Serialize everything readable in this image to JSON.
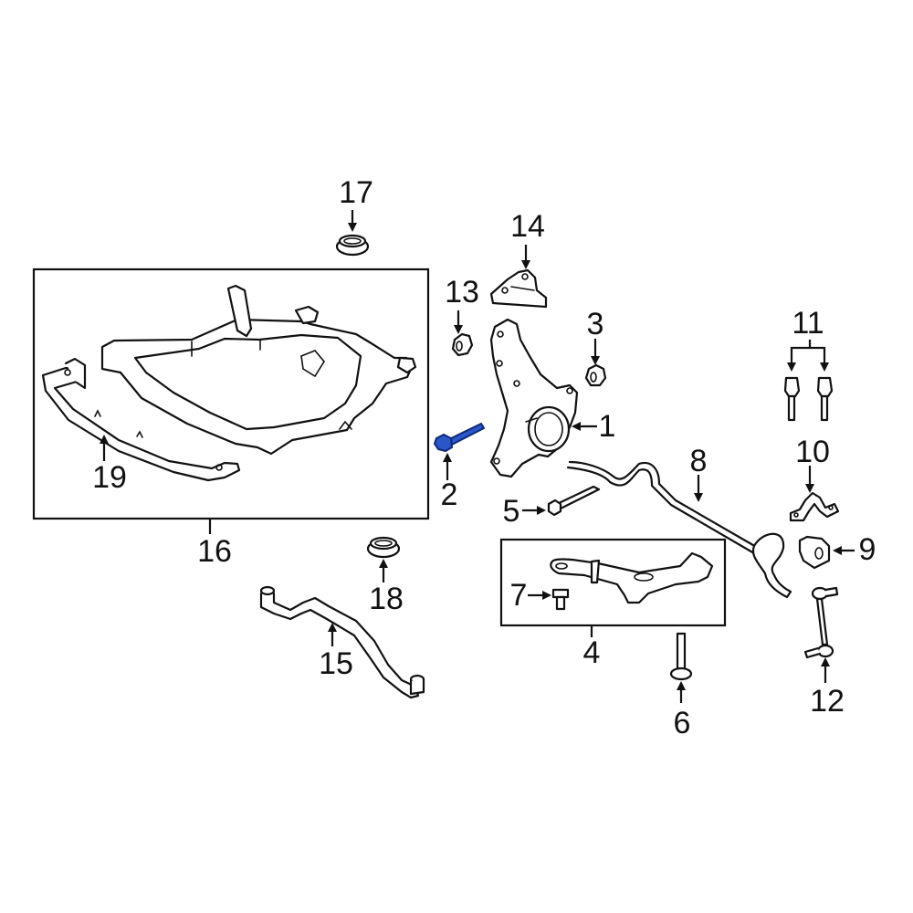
{
  "diagram": {
    "type": "exploded-parts-diagram",
    "subject": "Front suspension / subframe assembly",
    "highlight_color": "#2a56c6",
    "line_color": "#111111",
    "background": "#ffffff",
    "highlighted_part": "2",
    "callouts": [
      {
        "id": "1",
        "label": "1",
        "part": "steering-knuckle"
      },
      {
        "id": "2",
        "label": "2",
        "part": "knuckle-bolt",
        "highlighted": true
      },
      {
        "id": "3",
        "label": "3",
        "part": "nut"
      },
      {
        "id": "4",
        "label": "4",
        "part": "lower-control-arm-assembly"
      },
      {
        "id": "5",
        "label": "5",
        "part": "bolt"
      },
      {
        "id": "6",
        "label": "6",
        "part": "bolt"
      },
      {
        "id": "7",
        "label": "7",
        "part": "ball-joint-bolt"
      },
      {
        "id": "8",
        "label": "8",
        "part": "stabilizer-bar"
      },
      {
        "id": "9",
        "label": "9",
        "part": "stabilizer-bushing"
      },
      {
        "id": "10",
        "label": "10",
        "part": "bushing-bracket"
      },
      {
        "id": "11",
        "label": "11",
        "part": "bracket-bolts"
      },
      {
        "id": "12",
        "label": "12",
        "part": "stabilizer-link"
      },
      {
        "id": "13",
        "label": "13",
        "part": "nut"
      },
      {
        "id": "14",
        "label": "14",
        "part": "mount-bracket"
      },
      {
        "id": "15",
        "label": "15",
        "part": "brace"
      },
      {
        "id": "16",
        "label": "16",
        "part": "subframe-assembly"
      },
      {
        "id": "17",
        "label": "17",
        "part": "upper-insulator"
      },
      {
        "id": "18",
        "label": "18",
        "part": "lower-insulator"
      },
      {
        "id": "19",
        "label": "19",
        "part": "front-crossmember"
      }
    ]
  }
}
